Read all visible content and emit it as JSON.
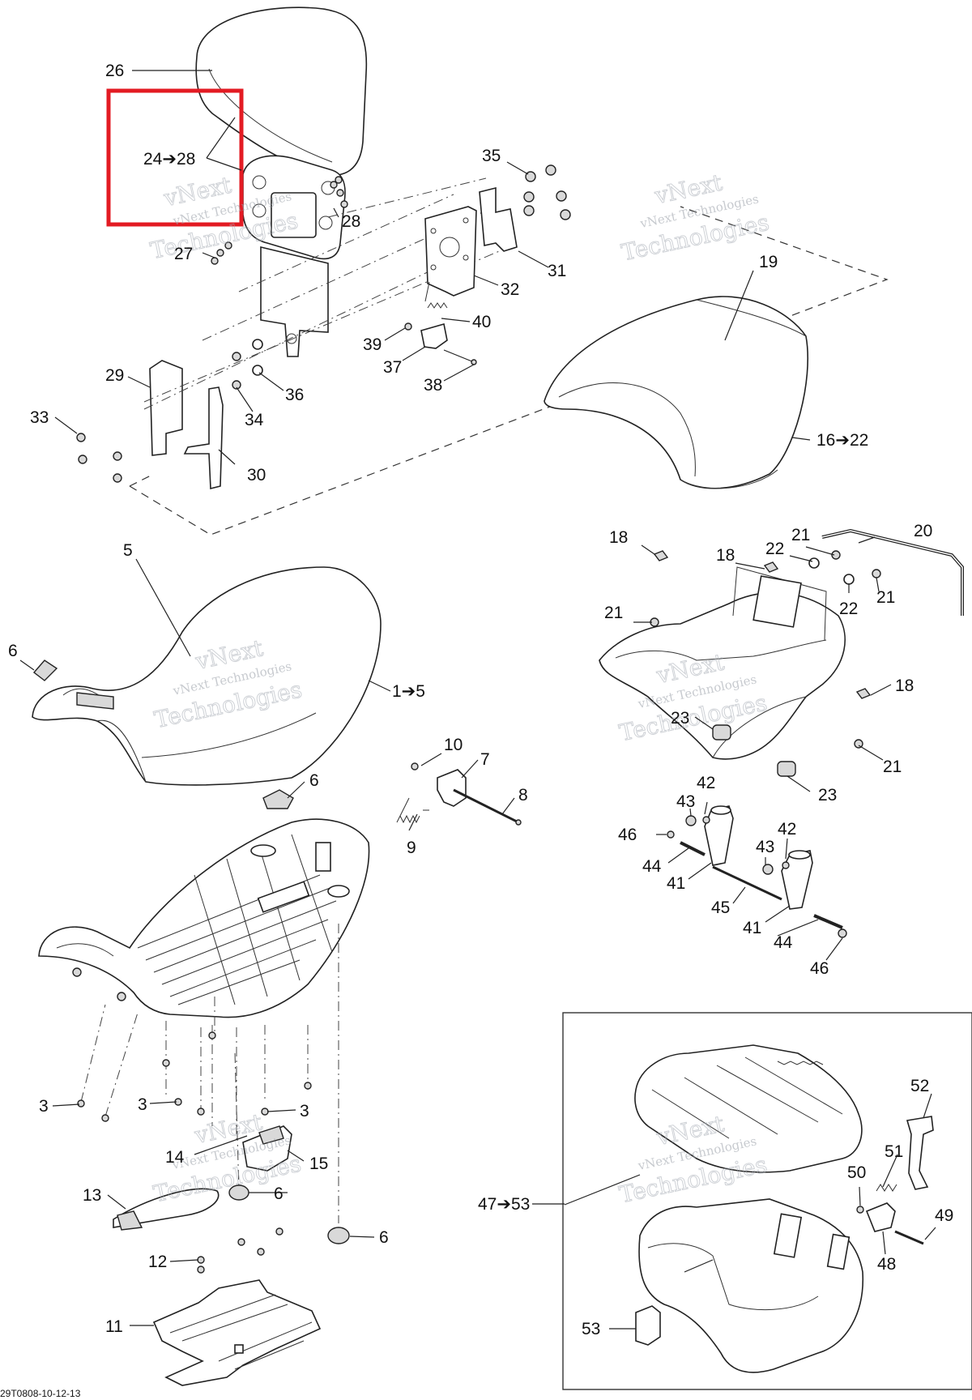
{
  "labels": {
    "l1": "1➔5",
    "l3a": "3",
    "l3b": "3",
    "l3c": "3",
    "l5": "5",
    "l6a": "6",
    "l6b": "6",
    "l6c": "6",
    "l6d": "6",
    "l7": "7",
    "l8": "8",
    "l9": "9",
    "l10": "10",
    "l11": "11",
    "l12": "12",
    "l13": "13",
    "l14": "14",
    "l15": "15",
    "l16": "16➔22",
    "l18a": "18",
    "l18b": "18",
    "l18c": "18",
    "l19": "19",
    "l20": "20",
    "l21a": "21",
    "l21b": "21",
    "l21c": "21",
    "l21d": "21",
    "l22a": "22",
    "l22b": "22",
    "l23a": "23",
    "l23b": "23",
    "l24": "24➔28",
    "l26": "26",
    "l27": "27",
    "l28": "28",
    "l29": "29",
    "l30": "30",
    "l31": "31",
    "l32": "32",
    "l33": "33",
    "l34": "34",
    "l35": "35",
    "l36": "36",
    "l37": "37",
    "l38": "38",
    "l39": "39",
    "l40": "40",
    "l41a": "41",
    "l41b": "41",
    "l42a": "42",
    "l42b": "42",
    "l43a": "43",
    "l43b": "43",
    "l44a": "44",
    "l44b": "44",
    "l45": "45",
    "l46a": "46",
    "l46b": "46",
    "l47": "47➔53",
    "l48": "48",
    "l49": "49",
    "l50": "50",
    "l51": "51",
    "l52": "52",
    "l53": "53"
  },
  "watermark": {
    "line1": "vNext",
    "line2": "vNext Technologies",
    "line3": "Technologies"
  },
  "footer_code": "29T0808-10-12-13",
  "highlight_color": "#e31b23"
}
